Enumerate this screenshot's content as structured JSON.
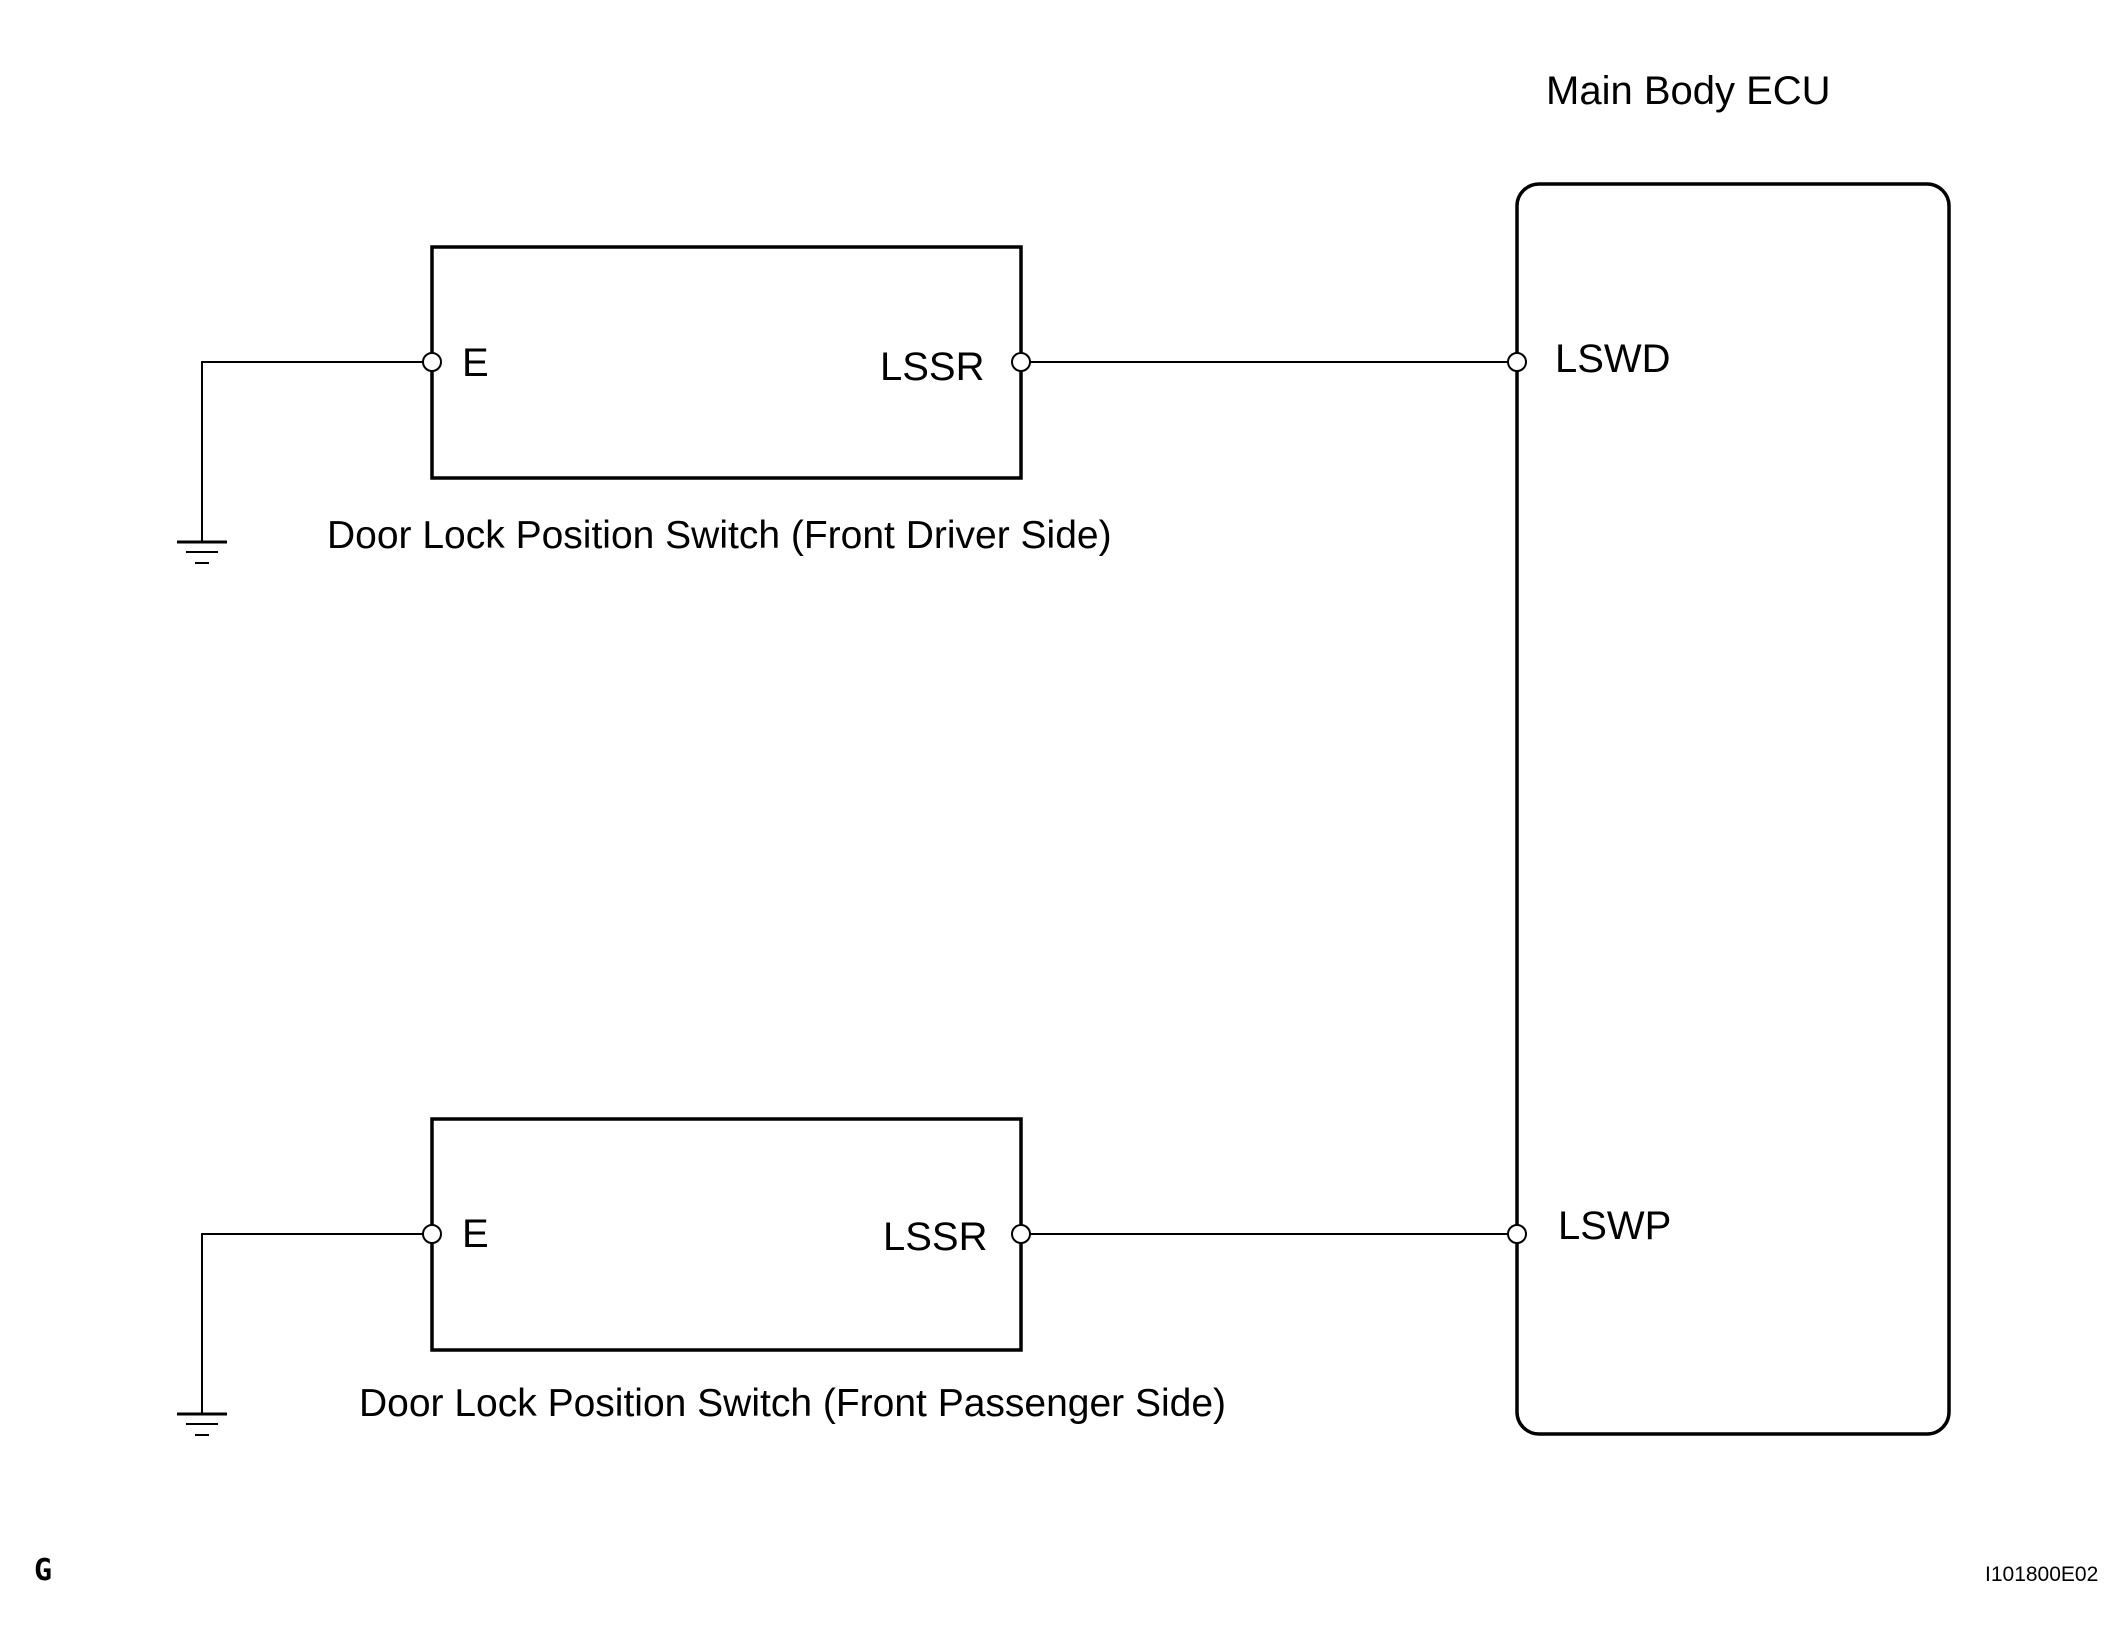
{
  "ecu": {
    "title": "Main Body ECU",
    "pins": {
      "driver": "LSWD",
      "passenger": "LSWP"
    }
  },
  "switches": [
    {
      "label": "Door Lock Position Switch (Front Driver Side)",
      "pin_left": "E",
      "pin_right": "LSSR"
    },
    {
      "label": "Door Lock Position Switch (Front Passenger Side)",
      "pin_left": "E",
      "pin_right": "LSSR"
    }
  ],
  "footer": {
    "left_mark": "G",
    "figure_id": "I101800E02"
  }
}
